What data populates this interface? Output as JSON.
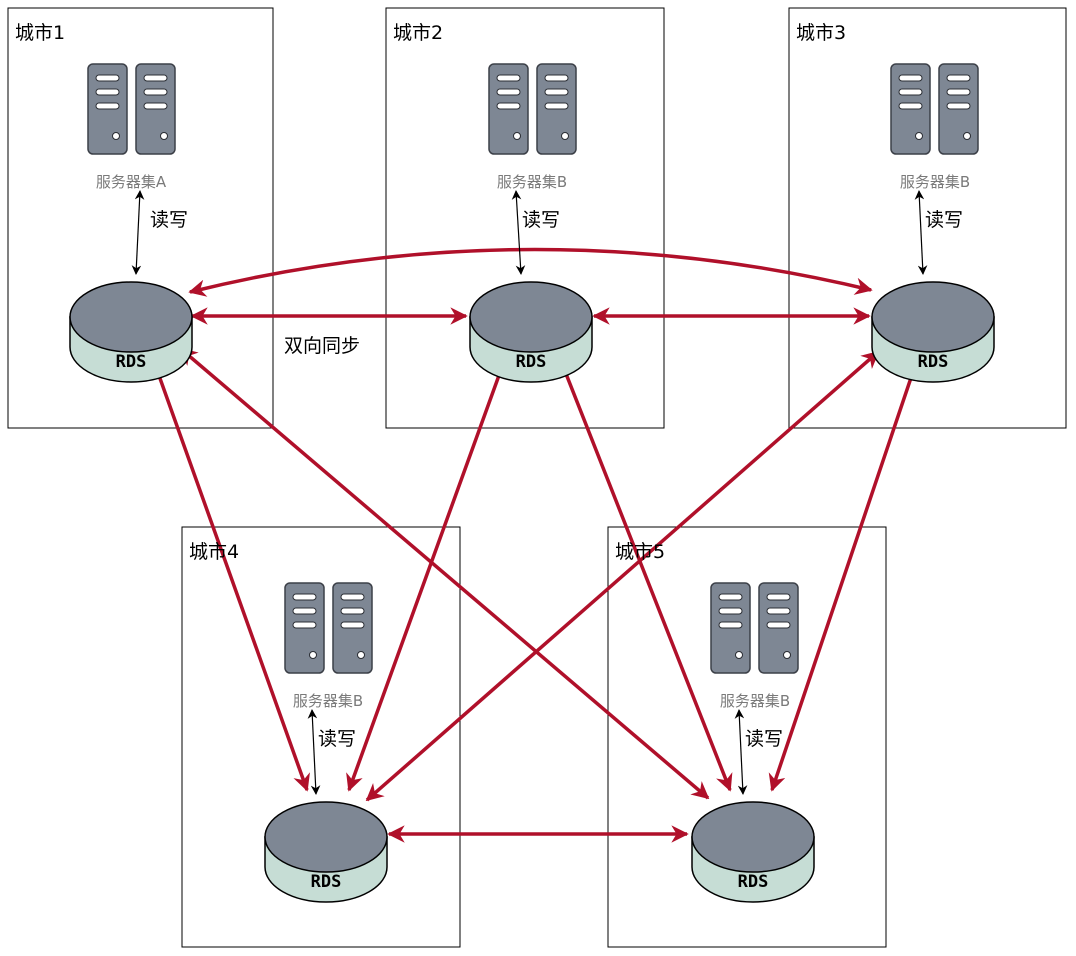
{
  "colors": {
    "sync_arrow": "#b0102a",
    "rw_arrow": "#000000",
    "server_fill": "#7e8794",
    "server_stroke": "#3c4048",
    "db_top": "#7e8794",
    "db_body": "#c6ddd5",
    "box_stroke": "#000000"
  },
  "icons": {
    "server": "server-icon",
    "database": "database-icon"
  },
  "cities": [
    {
      "id": "city1",
      "name": "城市1",
      "cluster": "服务器集A",
      "rw": "读写",
      "db": "RDS"
    },
    {
      "id": "city2",
      "name": "城市2",
      "cluster": "服务器集B",
      "rw": "读写",
      "db": "RDS"
    },
    {
      "id": "city3",
      "name": "城市3",
      "cluster": "服务器集B",
      "rw": "读写",
      "db": "RDS"
    },
    {
      "id": "city4",
      "name": "城市4",
      "cluster": "服务器集B",
      "rw": "读写",
      "db": "RDS"
    },
    {
      "id": "city5",
      "name": "城市5",
      "cluster": "服务器集B",
      "rw": "读写",
      "db": "RDS"
    }
  ],
  "sync_label": "双向同步",
  "sync_links": [
    {
      "from": "city1",
      "to": "city2",
      "bidirectional": true
    },
    {
      "from": "city2",
      "to": "city3",
      "bidirectional": true
    },
    {
      "from": "city1",
      "to": "city3",
      "bidirectional": true
    },
    {
      "from": "city1",
      "to": "city4",
      "bidirectional": true
    },
    {
      "from": "city1",
      "to": "city5",
      "bidirectional": true
    },
    {
      "from": "city2",
      "to": "city4",
      "bidirectional": true
    },
    {
      "from": "city2",
      "to": "city5",
      "bidirectional": true
    },
    {
      "from": "city3",
      "to": "city4",
      "bidirectional": true
    },
    {
      "from": "city3",
      "to": "city5",
      "bidirectional": true
    },
    {
      "from": "city4",
      "to": "city5",
      "bidirectional": true
    }
  ]
}
